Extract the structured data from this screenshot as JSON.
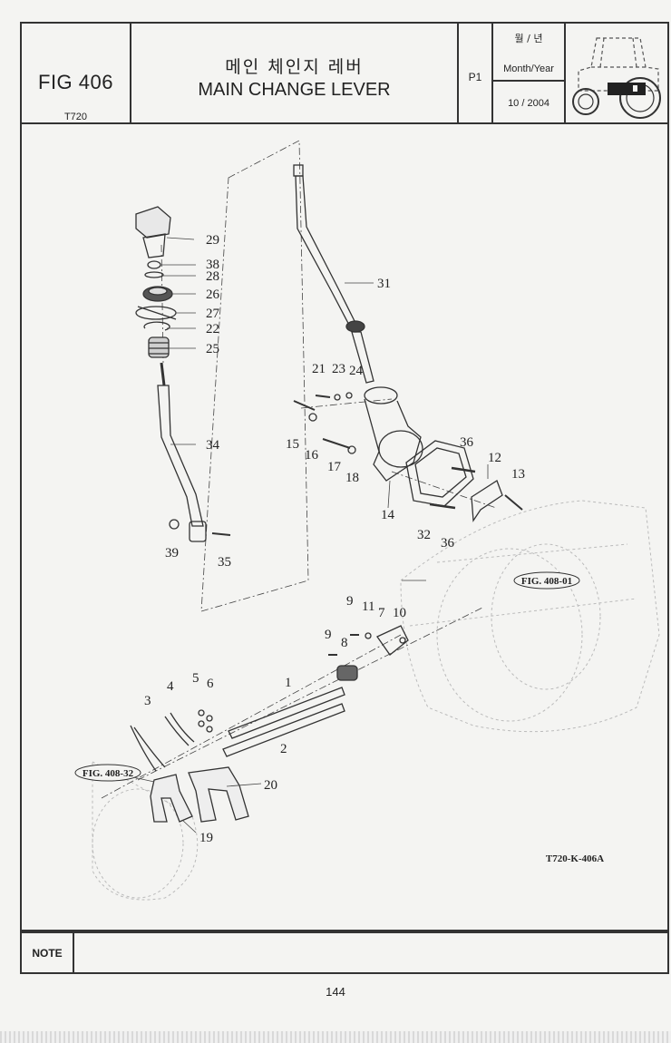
{
  "header": {
    "figure": "FIG 406",
    "model": "T720",
    "title_korean": "메인 체인지 레버",
    "title_english": "MAIN CHANGE LEVER",
    "page_code": "P1",
    "month_year_korean": "월 / 년",
    "month_year_label": "Month/Year",
    "date": "10 / 2004"
  },
  "diagram": {
    "drawing_id": "T720-K-406A",
    "references": {
      "fig_408_01": "FIG. 408-01",
      "fig_408_32": "FIG. 408-32"
    },
    "callouts": [
      {
        "key": "29",
        "label": "29"
      },
      {
        "key": "38",
        "label": "38"
      },
      {
        "key": "28",
        "label": "28"
      },
      {
        "key": "26",
        "label": "26"
      },
      {
        "key": "27",
        "label": "27"
      },
      {
        "key": "22",
        "label": "22"
      },
      {
        "key": "25",
        "label": "25"
      },
      {
        "key": "34",
        "label": "34"
      },
      {
        "key": "39",
        "label": "39"
      },
      {
        "key": "35",
        "label": "35"
      },
      {
        "key": "31",
        "label": "31"
      },
      {
        "key": "21",
        "label": "21"
      },
      {
        "key": "23",
        "label": "23"
      },
      {
        "key": "24",
        "label": "24"
      },
      {
        "key": "15",
        "label": "15"
      },
      {
        "key": "16",
        "label": "16"
      },
      {
        "key": "17",
        "label": "17"
      },
      {
        "key": "18",
        "label": "18"
      },
      {
        "key": "14",
        "label": "14"
      },
      {
        "key": "36a",
        "label": "36"
      },
      {
        "key": "12",
        "label": "12"
      },
      {
        "key": "13",
        "label": "13"
      },
      {
        "key": "32",
        "label": "32"
      },
      {
        "key": "36b",
        "label": "36"
      },
      {
        "key": "9a",
        "label": "9"
      },
      {
        "key": "11",
        "label": "11"
      },
      {
        "key": "7",
        "label": "7"
      },
      {
        "key": "10",
        "label": "10"
      },
      {
        "key": "9b",
        "label": "9"
      },
      {
        "key": "8",
        "label": "8"
      },
      {
        "key": "5",
        "label": "5"
      },
      {
        "key": "6",
        "label": "6"
      },
      {
        "key": "4",
        "label": "4"
      },
      {
        "key": "3",
        "label": "3"
      },
      {
        "key": "1",
        "label": "1"
      },
      {
        "key": "2",
        "label": "2"
      },
      {
        "key": "20",
        "label": "20"
      },
      {
        "key": "19",
        "label": "19"
      }
    ]
  },
  "note": {
    "label": "NOTE",
    "text": ""
  },
  "footer": {
    "page_number": "144"
  },
  "colors": {
    "line": "#333333",
    "paper": "#f4f4f2"
  }
}
